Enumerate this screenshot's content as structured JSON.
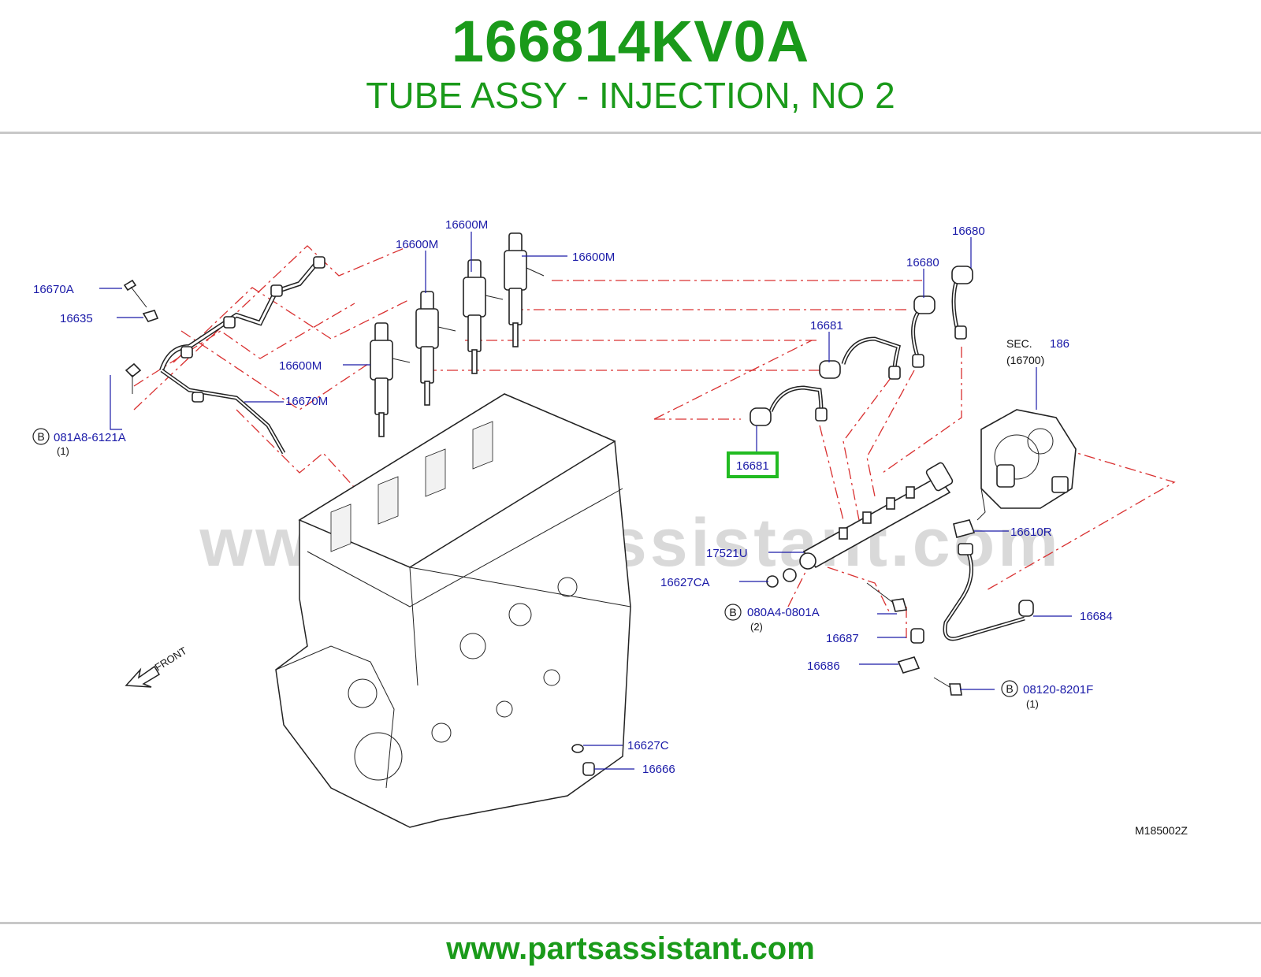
{
  "header": {
    "part_number": "166814KV0A",
    "part_description": "TUBE ASSY - INJECTION, NO 2"
  },
  "diagram": {
    "code": "M185002Z",
    "watermark": "www.partsassistant.com",
    "front_label": "FRONT",
    "callouts": {
      "c_16600M_top": "16600M",
      "c_16600M_a": "16600M",
      "c_16600M_b": "16600M",
      "c_16600M_c": "16600M",
      "c_16670A": "16670A",
      "c_16635": "16635",
      "c_16670M": "16670M",
      "c_081A8": "081A8-6121A",
      "c_081A8_qty": "(1)",
      "c_16680_a": "16680",
      "c_16680_b": "16680",
      "c_16681_a": "16681",
      "c_16681_highlight": "16681",
      "c_sec": "SEC.",
      "c_sec_num": "186",
      "c_sec_ref": "(16700)",
      "c_16610R": "16610R",
      "c_17521U": "17521U",
      "c_16627CA": "16627CA",
      "c_080A4": "080A4-0801A",
      "c_080A4_qty": "(2)",
      "c_16684": "16684",
      "c_16687": "16687",
      "c_16686": "16686",
      "c_08120": "08120-8201F",
      "c_08120_qty": "(1)",
      "c_16627C": "16627C",
      "c_16666": "16666",
      "b_marker": "B"
    },
    "highlight_color": "#22bb22",
    "label_color": "#1a1aa8",
    "guide_color": "#d93030"
  },
  "footer": {
    "url": "www.partsassistant.com"
  }
}
